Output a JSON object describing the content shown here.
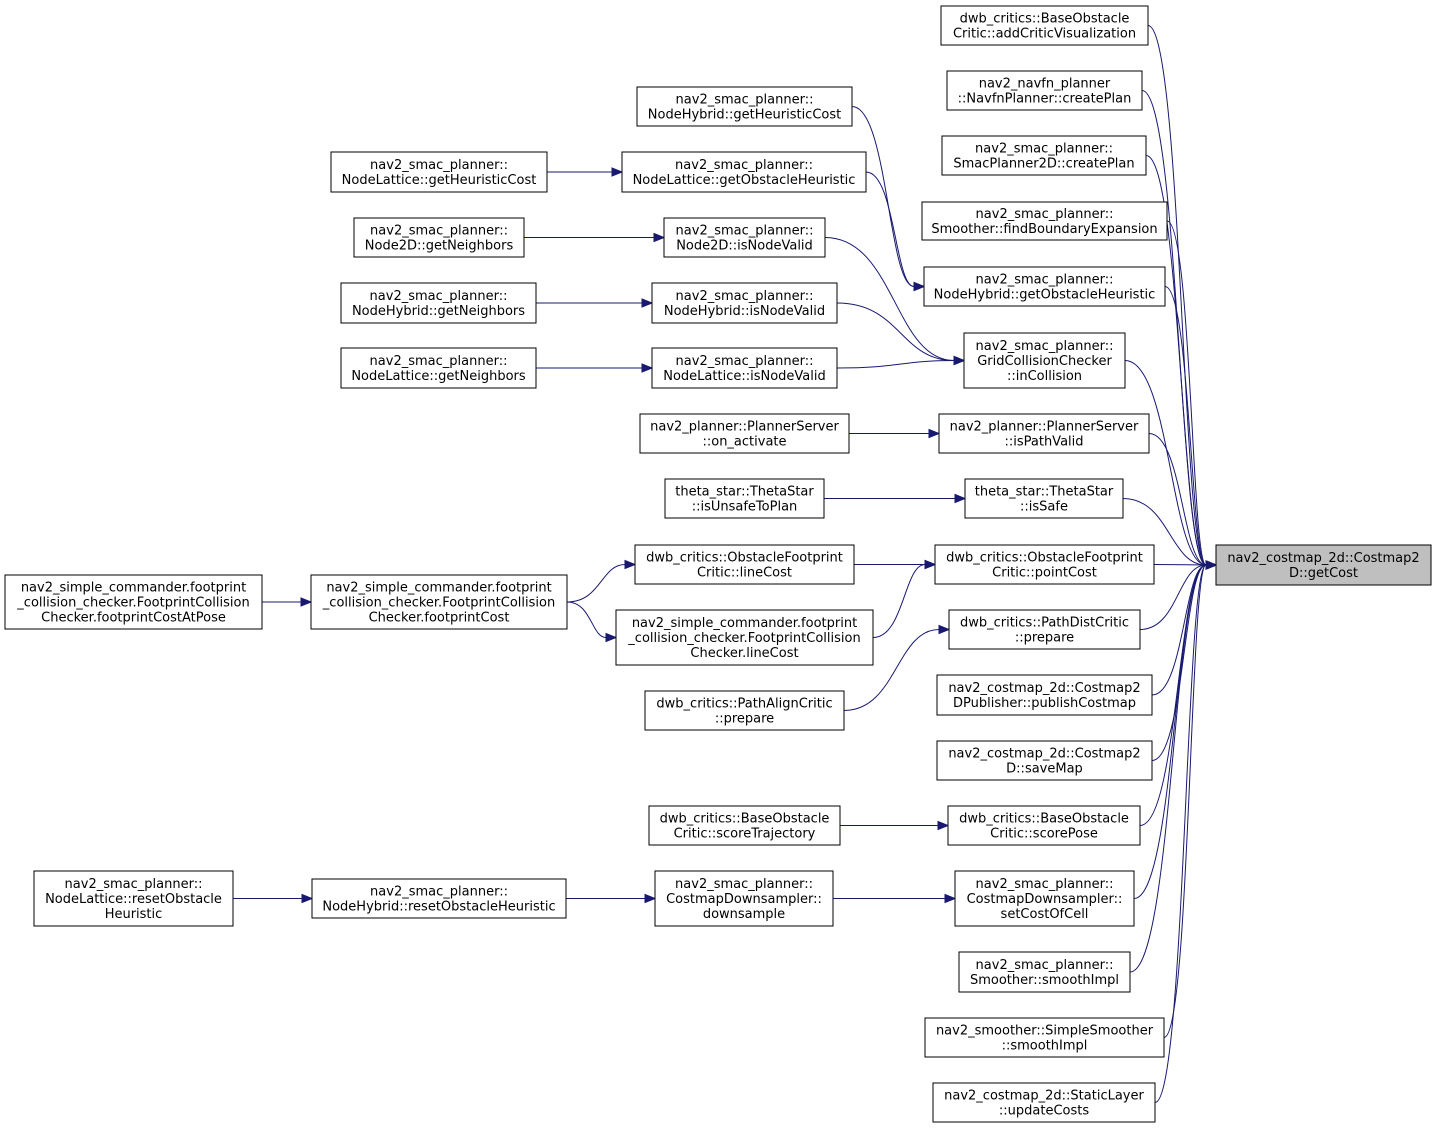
{
  "graph": {
    "edge_color": "#191970",
    "root_fill": "#bfbfbf",
    "node_fill": "#ffffff",
    "nodes": [
      {
        "id": "getCost",
        "label": [
          "nav2_costmap_2d::Costmap2",
          "D::getCost"
        ],
        "root": true
      },
      {
        "id": "addCriticVisualization",
        "label": [
          "dwb_critics::BaseObstacle",
          "Critic::addCriticVisualization"
        ]
      },
      {
        "id": "navfnCreatePlan",
        "label": [
          "nav2_navfn_planner",
          "::NavfnPlanner::createPlan"
        ]
      },
      {
        "id": "smac2dCreatePlan",
        "label": [
          "nav2_smac_planner::",
          "SmacPlanner2D::createPlan"
        ]
      },
      {
        "id": "findBoundaryExpansion",
        "label": [
          "nav2_smac_planner::",
          "Smoother::findBoundaryExpansion"
        ]
      },
      {
        "id": "hybridGetObstacleHeuristic",
        "label": [
          "nav2_smac_planner::",
          "NodeHybrid::getObstacleHeuristic"
        ]
      },
      {
        "id": "inCollision",
        "label": [
          "nav2_smac_planner::",
          "GridCollisionChecker",
          "::inCollision"
        ]
      },
      {
        "id": "isPathValid",
        "label": [
          "nav2_planner::PlannerServer",
          "::isPathValid"
        ]
      },
      {
        "id": "isSafe",
        "label": [
          "theta_star::ThetaStar",
          "::isSafe"
        ]
      },
      {
        "id": "pointCost",
        "label": [
          "dwb_critics::ObstacleFootprint",
          "Critic::pointCost"
        ]
      },
      {
        "id": "pathDistPrepare",
        "label": [
          "dwb_critics::PathDistCritic",
          "::prepare"
        ]
      },
      {
        "id": "publishCostmap",
        "label": [
          "nav2_costmap_2d::Costmap2",
          "DPublisher::publishCostmap"
        ]
      },
      {
        "id": "saveMap",
        "label": [
          "nav2_costmap_2d::Costmap2",
          "D::saveMap"
        ]
      },
      {
        "id": "scorePose",
        "label": [
          "dwb_critics::BaseObstacle",
          "Critic::scorePose"
        ]
      },
      {
        "id": "setCostOfCell",
        "label": [
          "nav2_smac_planner::",
          "CostmapDownsampler::",
          "setCostOfCell"
        ]
      },
      {
        "id": "smootherSmoothImpl",
        "label": [
          "nav2_smac_planner::",
          "Smoother::smoothImpl"
        ]
      },
      {
        "id": "simpleSmoothImpl",
        "label": [
          "nav2_smoother::SimpleSmoother",
          "::smoothImpl"
        ]
      },
      {
        "id": "updateCosts",
        "label": [
          "nav2_costmap_2d::StaticLayer",
          "::updateCosts"
        ]
      },
      {
        "id": "hybridGetHeuristicCost",
        "label": [
          "nav2_smac_planner::",
          "NodeHybrid::getHeuristicCost"
        ]
      },
      {
        "id": "latticeGetObstacleHeuristic",
        "label": [
          "nav2_smac_planner::",
          "NodeLattice::getObstacleHeuristic"
        ]
      },
      {
        "id": "latticeGetHeuristicCost",
        "label": [
          "nav2_smac_planner::",
          "NodeLattice::getHeuristicCost"
        ]
      },
      {
        "id": "node2dIsNodeValid",
        "label": [
          "nav2_smac_planner::",
          "Node2D::isNodeValid"
        ]
      },
      {
        "id": "node2dGetNeighbors",
        "label": [
          "nav2_smac_planner::",
          "Node2D::getNeighbors"
        ]
      },
      {
        "id": "hybridIsNodeValid",
        "label": [
          "nav2_smac_planner::",
          "NodeHybrid::isNodeValid"
        ]
      },
      {
        "id": "hybridGetNeighbors",
        "label": [
          "nav2_smac_planner::",
          "NodeHybrid::getNeighbors"
        ]
      },
      {
        "id": "latticeIsNodeValid",
        "label": [
          "nav2_smac_planner::",
          "NodeLattice::isNodeValid"
        ]
      },
      {
        "id": "latticeGetNeighbors",
        "label": [
          "nav2_smac_planner::",
          "NodeLattice::getNeighbors"
        ]
      },
      {
        "id": "onActivate",
        "label": [
          "nav2_planner::PlannerServer",
          "::on_activate"
        ]
      },
      {
        "id": "isUnsafeToPlan",
        "label": [
          "theta_star::ThetaStar",
          "::isUnsafeToPlan"
        ]
      },
      {
        "id": "obstacleFootprintLineCost",
        "label": [
          "dwb_critics::ObstacleFootprint",
          "Critic::lineCost"
        ]
      },
      {
        "id": "simpleFootprintCost",
        "label": [
          "nav2_simple_commander.footprint",
          "_collision_checker.FootprintCollision",
          "Checker.footprintCost"
        ]
      },
      {
        "id": "simpleFootprintCostAtPose",
        "label": [
          "nav2_simple_commander.footprint",
          "_collision_checker.FootprintCollision",
          "Checker.footprintCostAtPose"
        ]
      },
      {
        "id": "simpleLineCost",
        "label": [
          "nav2_simple_commander.footprint",
          "_collision_checker.FootprintCollision",
          "Checker.lineCost"
        ]
      },
      {
        "id": "pathAlignPrepare",
        "label": [
          "dwb_critics::PathAlignCritic",
          "::prepare"
        ]
      },
      {
        "id": "scoreTrajectory",
        "label": [
          "dwb_critics::BaseObstacle",
          "Critic::scoreTrajectory"
        ]
      },
      {
        "id": "downsample",
        "label": [
          "nav2_smac_planner::",
          "CostmapDownsampler::",
          "downsample"
        ]
      },
      {
        "id": "hybridResetObstacleHeuristic",
        "label": [
          "nav2_smac_planner::",
          "NodeHybrid::resetObstacleHeuristic"
        ]
      },
      {
        "id": "latticeResetObstacleHeuristic",
        "label": [
          "nav2_smac_planner::",
          "NodeLattice::resetObstacle",
          "Heuristic"
        ]
      }
    ],
    "edges": [
      [
        "addCriticVisualization",
        "getCost"
      ],
      [
        "navfnCreatePlan",
        "getCost"
      ],
      [
        "smac2dCreatePlan",
        "getCost"
      ],
      [
        "findBoundaryExpansion",
        "getCost"
      ],
      [
        "hybridGetObstacleHeuristic",
        "getCost"
      ],
      [
        "inCollision",
        "getCost"
      ],
      [
        "isPathValid",
        "getCost"
      ],
      [
        "isSafe",
        "getCost"
      ],
      [
        "pointCost",
        "getCost"
      ],
      [
        "pathDistPrepare",
        "getCost"
      ],
      [
        "publishCostmap",
        "getCost"
      ],
      [
        "saveMap",
        "getCost"
      ],
      [
        "scorePose",
        "getCost"
      ],
      [
        "setCostOfCell",
        "getCost"
      ],
      [
        "smootherSmoothImpl",
        "getCost"
      ],
      [
        "simpleSmoothImpl",
        "getCost"
      ],
      [
        "updateCosts",
        "getCost"
      ],
      [
        "hybridGetHeuristicCost",
        "hybridGetObstacleHeuristic"
      ],
      [
        "latticeGetObstacleHeuristic",
        "hybridGetObstacleHeuristic"
      ],
      [
        "latticeGetHeuristicCost",
        "latticeGetObstacleHeuristic"
      ],
      [
        "node2dIsNodeValid",
        "inCollision"
      ],
      [
        "hybridIsNodeValid",
        "inCollision"
      ],
      [
        "latticeIsNodeValid",
        "inCollision"
      ],
      [
        "node2dGetNeighbors",
        "node2dIsNodeValid"
      ],
      [
        "hybridGetNeighbors",
        "hybridIsNodeValid"
      ],
      [
        "latticeGetNeighbors",
        "latticeIsNodeValid"
      ],
      [
        "onActivate",
        "isPathValid"
      ],
      [
        "isUnsafeToPlan",
        "isSafe"
      ],
      [
        "obstacleFootprintLineCost",
        "pointCost"
      ],
      [
        "simpleLineCost",
        "pointCost"
      ],
      [
        "simpleFootprintCost",
        "obstacleFootprintLineCost"
      ],
      [
        "simpleFootprintCost",
        "simpleLineCost"
      ],
      [
        "simpleFootprintCostAtPose",
        "simpleFootprintCost"
      ],
      [
        "pathAlignPrepare",
        "pathDistPrepare"
      ],
      [
        "scoreTrajectory",
        "scorePose"
      ],
      [
        "downsample",
        "setCostOfCell"
      ],
      [
        "hybridResetObstacleHeuristic",
        "downsample"
      ],
      [
        "latticeResetObstacleHeuristic",
        "hybridResetObstacleHeuristic"
      ]
    ]
  }
}
